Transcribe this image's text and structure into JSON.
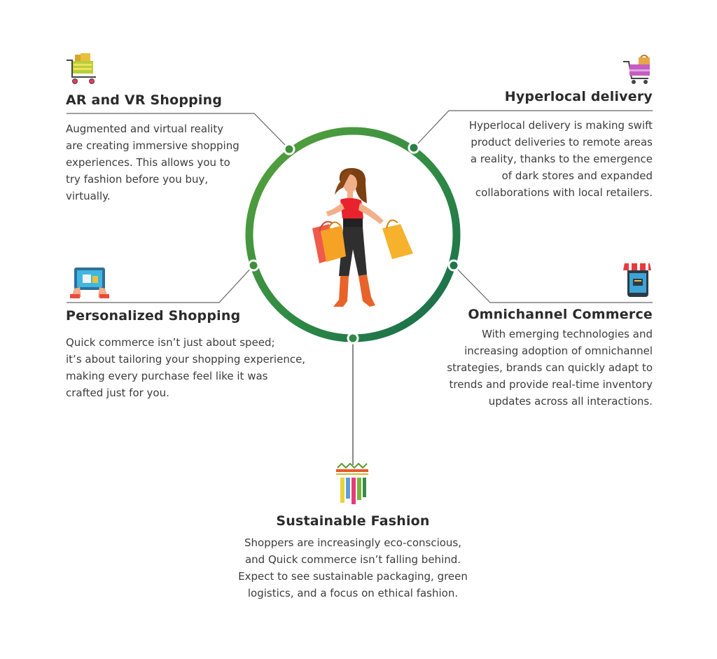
{
  "topics": {
    "ar_vr": {
      "icon": "shopping-cart-icon",
      "title": "AR and VR Shopping",
      "description": "Augmented and virtual reality\nare creating immersive shopping\nexperiences. This allows you to\ntry fashion before you buy,\nvirtually."
    },
    "hyperlocal": {
      "icon": "shopping-basket-icon",
      "title": "Hyperlocal delivery",
      "description": "Hyperlocal delivery is making swift\nproduct deliveries to remote areas\na reality,  thanks to the emergence\nof dark stores and expanded\ncollaborations with local retailers."
    },
    "personalized": {
      "icon": "tablet-shopping-icon",
      "title": "Personalized Shopping",
      "description": "Quick commerce isn’t just about speed;\nit’s about tailoring your shopping experience,\nmaking every purchase feel like it was\ncrafted just for you."
    },
    "omnichannel": {
      "icon": "mobile-store-icon",
      "title": "Omnichannel Commerce",
      "description": "With emerging technologies and\nincreasing adoption of omnichannel\nstrategies, brands can quickly adapt to\ntrends and provide real-time inventory\nupdates across all interactions."
    },
    "sustainable": {
      "icon": "clothes-rack-icon",
      "title": "Sustainable Fashion",
      "description": "Shoppers are increasingly eco-conscious,\nand Quick commerce isn’t falling behind.\nExpect to see sustainable packaging,  green\nlogistics, and a focus on ethical fashion."
    }
  },
  "center_illustration": "woman-with-shopping-bags",
  "colors": {
    "ring_light": "#4f9a3c",
    "ring_dark": "#176b4b",
    "connector": "#555555",
    "text": "#3a3a3a",
    "heading": "#2b2b2b"
  }
}
